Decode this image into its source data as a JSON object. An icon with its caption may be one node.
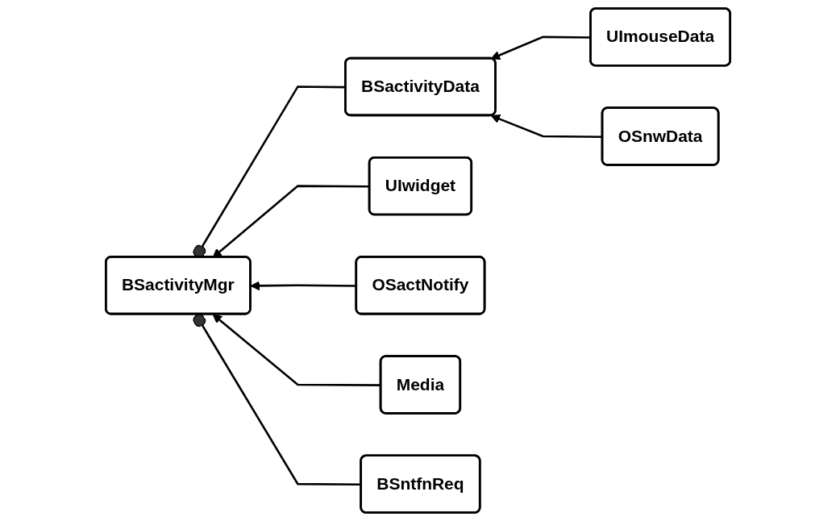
{
  "diagram": {
    "nodes": [
      {
        "text": [
          "BSactivityData"
        ]
      },
      {
        "text": [
          "UImouseData"
        ]
      },
      {
        "text": [
          "OSnwData"
        ]
      },
      {
        "text": [
          "BSactivityMgr"
        ]
      },
      {
        "text": [
          "UIwidget"
        ]
      },
      {
        "text": [
          "OSactNotify"
        ]
      },
      {
        "text": [
          "Media"
        ]
      },
      {
        "text": [
          "BSntfnReq"
        ]
      }
    ],
    "edges": [
      {
        "from": 1,
        "to": 0,
        "arrow": "to"
      },
      {
        "from": 2,
        "to": 0,
        "arrow": "to"
      },
      {
        "from": 0,
        "to": 3,
        "arrow": "other"
      },
      {
        "from": 4,
        "to": 3,
        "arrow": "to"
      },
      {
        "from": 5,
        "to": 3,
        "arrow": "to"
      },
      {
        "from": 6,
        "to": 3,
        "arrow": "to"
      },
      {
        "from": 7,
        "to": 3,
        "arrow": "other"
      }
    ]
  }
}
